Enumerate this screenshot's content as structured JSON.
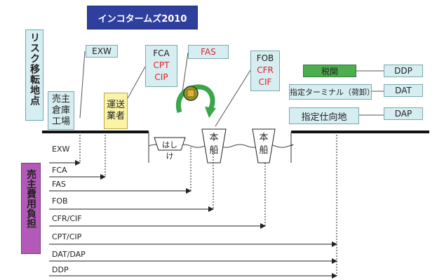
{
  "title": "インコタームズ2010",
  "risk_label": "リスク移転地点",
  "cost_label": "売主費用負担",
  "seller_warehouse": "売主\n倉庫\n工場",
  "carrier": "運送\n業者",
  "boxes": {
    "exw": "EXW",
    "fca": "FCA",
    "cpt": "CPT",
    "cip": "CIP",
    "fas": "FAS",
    "fob": "FOB",
    "cfr": "CFR",
    "cif": "CIF",
    "customs": "税関",
    "ddp": "DDP",
    "dat_place": "指定ターミナル（荷卸）",
    "dat": "DAT",
    "dap_place": "指定仕向地",
    "dap": "DAP"
  },
  "lighter": "はしけ",
  "ship1": "本\n船",
  "ship2": "本\n船",
  "terms": [
    "EXW",
    "FCA",
    "FAS",
    "FOB",
    "CFR/CIF",
    "CPT/CIP",
    "DAT/DAP",
    "DDP"
  ],
  "colors": {
    "banner": "#2f3f9e",
    "cyan": "#d6eef1",
    "green": "#4cae4f",
    "yellow": "#fbf3a6",
    "purple": "#b35ab8",
    "red_text": "#e0202b"
  }
}
